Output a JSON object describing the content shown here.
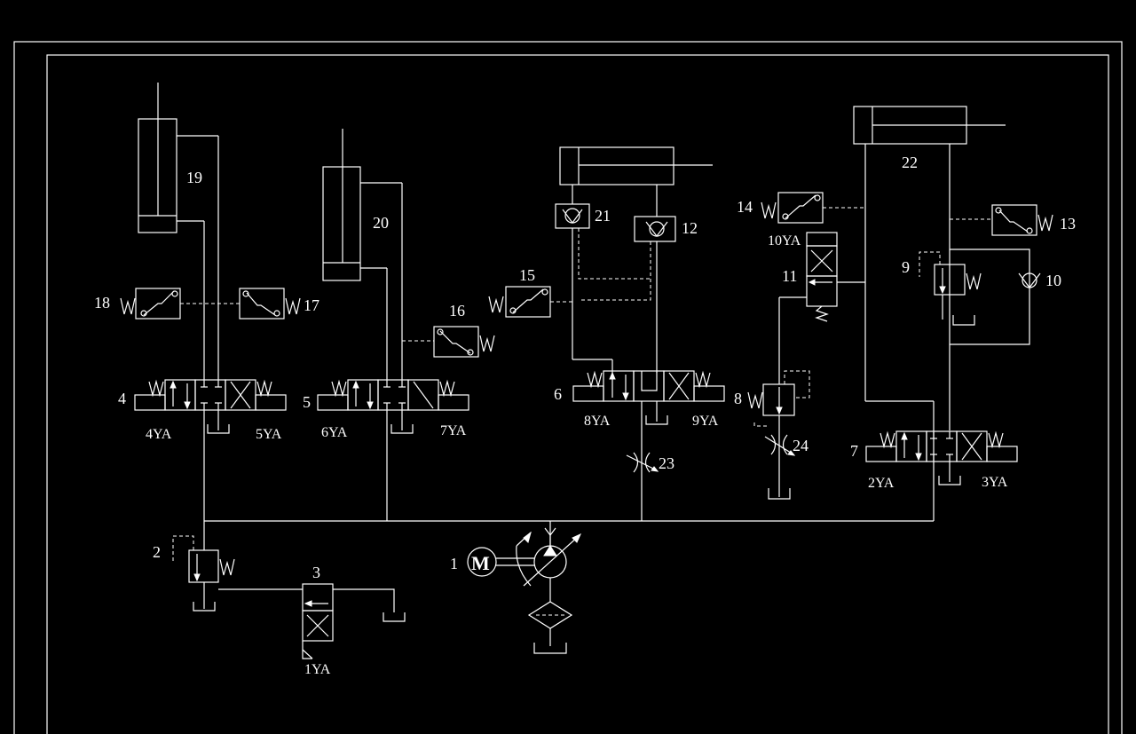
{
  "colors": {
    "background": "#000000",
    "line": "#ffffff"
  },
  "labels": {
    "n1": "1",
    "n2": "2",
    "n3": "3",
    "n4": "4",
    "n5": "5",
    "n6": "6",
    "n7": "7",
    "n8": "8",
    "n9": "9",
    "n10": "10",
    "n11": "11",
    "n12": "12",
    "n13": "13",
    "n14": "14",
    "n15": "15",
    "n16": "16",
    "n17": "17",
    "n18": "18",
    "n19": "19",
    "n20": "20",
    "n21": "21",
    "n22": "22",
    "n23": "23",
    "n24": "24",
    "ya1": "1YA",
    "ya2": "2YA",
    "ya3": "3YA",
    "ya4": "4YA",
    "ya5": "5YA",
    "ya6": "6YA",
    "ya7": "7YA",
    "ya8": "8YA",
    "ya9": "9YA",
    "ya10": "10YA",
    "motor": "M"
  }
}
